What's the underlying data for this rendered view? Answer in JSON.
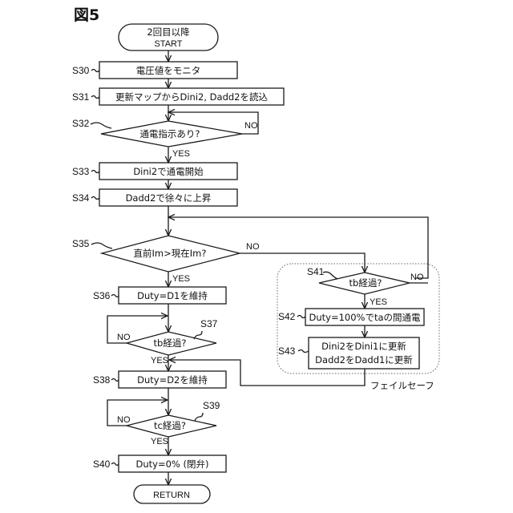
{
  "figure": {
    "title": "図5",
    "start": {
      "line1": "2回目以降",
      "line2": "START"
    },
    "end": {
      "label": "RETURN"
    },
    "steps": {
      "s30": {
        "id": "S30",
        "text": "電圧値をモニタ"
      },
      "s31": {
        "id": "S31",
        "text": "更新マップからDini2, Dadd2を読込"
      },
      "s32": {
        "id": "S32",
        "text": "通電指示あり?",
        "yes": "YES",
        "no": "NO"
      },
      "s33": {
        "id": "S33",
        "text": "Dini2で通電開始"
      },
      "s34": {
        "id": "S34",
        "text": "Dadd2で徐々に上昇"
      },
      "s35": {
        "id": "S35",
        "text": "直前Im>現在Im?",
        "yes": "YES",
        "no": "NO"
      },
      "s36": {
        "id": "S36",
        "text": "Duty=D1を維持"
      },
      "s37": {
        "id": "S37",
        "text": "tb経過?",
        "yes": "YES",
        "no": "NO"
      },
      "s38": {
        "id": "S38",
        "text": "Duty=D2を維持"
      },
      "s39": {
        "id": "S39",
        "text": "tc経過?",
        "yes": "YES",
        "no": "NO"
      },
      "s40": {
        "id": "S40",
        "text": "Duty=0% (閉弁)"
      },
      "s41": {
        "id": "S41",
        "text": "tb経過?",
        "yes": "YES",
        "no": "NO"
      },
      "s42": {
        "id": "S42",
        "text": "Duty=100%でtaの間通電"
      },
      "s43": {
        "id": "S43",
        "line1": "Dini2をDini1に更新",
        "line2": "Dadd2をDadd1に更新"
      }
    },
    "failsafe_label": "フェイルセーフ"
  }
}
